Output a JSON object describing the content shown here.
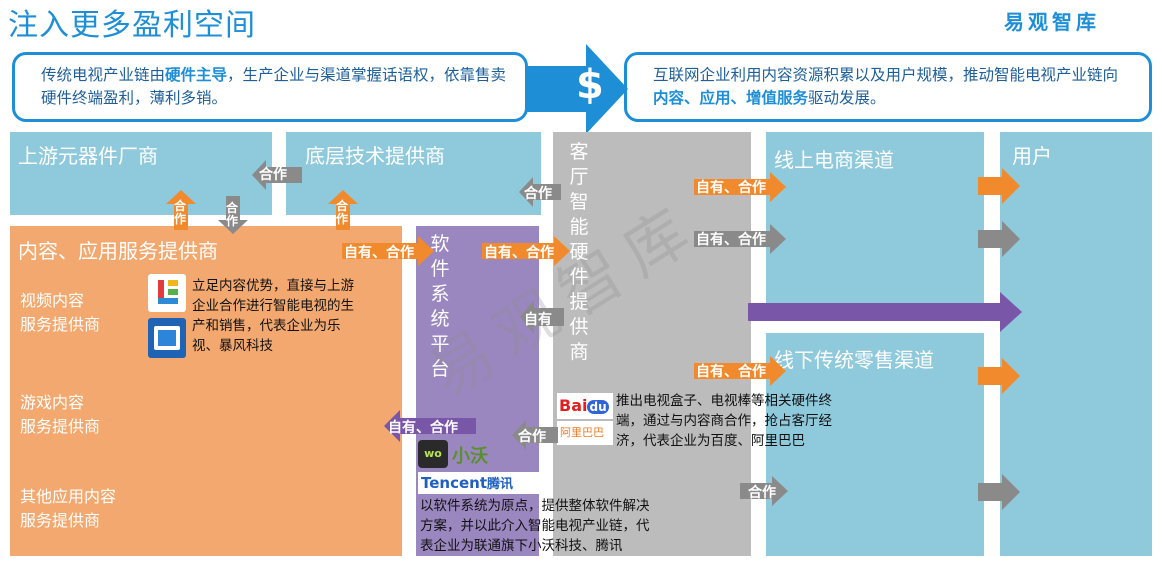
{
  "header": {
    "title": "注入更多盈利空间",
    "brand": "易观智库"
  },
  "callout_left": {
    "p1": "传统电视产业链由",
    "b1": "硬件主导",
    "p2": "，生产企业与渠道掌握话语权，依靠售卖硬件终端盈利，薄利多销。"
  },
  "callout_right": {
    "p1": "互联网企业利用内容资源积累以及用户规模，推动智能电视产业链向",
    "b1": "内容、应用、增值服务",
    "p2": "驱动发展。"
  },
  "center_icon": "dollar-sign",
  "blocks": {
    "upstream": "上游元器件厂商",
    "tech": "底层技术提供商",
    "content": "内容、应用服务提供商",
    "software": "软件系统平台",
    "hardware": "客厅智能硬件提供商",
    "online": "线上电商渠道",
    "offline": "线下传统零售渠道",
    "user": "用户"
  },
  "content_items": {
    "video": [
      "视频内容",
      "服务提供商"
    ],
    "game": [
      "游戏内容",
      "服务提供商"
    ],
    "other": [
      "其他应用内容",
      "服务提供商"
    ]
  },
  "descriptions": {
    "video": [
      "立足内容优势，直接与上游",
      "企业合作进行智能电视的生",
      "产和销售，代表企业为乐",
      "视、暴风科技"
    ],
    "hardware": [
      "推出电视盒子、电视棒等相关硬件终",
      "端，通过与内容商合作，抢占客厅经",
      "济，代表企业为百度、阿里巴巴"
    ],
    "software": [
      "以软件系统为原点，提供整体软件解决",
      "方案，并以此介入智能电视产业链，代",
      "表企业为联通旗下小沃科技、腾讯"
    ]
  },
  "labels": {
    "coop": "合作",
    "own_coop": "自有、合作",
    "own": "自有",
    "coop_vertical": "合作"
  },
  "logos": {
    "baidu": "Bai",
    "baidu2": "du",
    "alibaba": "阿里巴巴",
    "wo": "小沃",
    "wo_badge": "wo",
    "tencent": "Tencent",
    "tencent_cn": "腾讯"
  },
  "watermark": "易观智库",
  "colors": {
    "blue_light": "#8fc9dc",
    "orange": "#f2a86e",
    "purple": "#9b87c0",
    "gray": "#bcbcbc",
    "arrow_orange": "#f08a2c",
    "arrow_gray": "#8a8a8a",
    "arrow_purple": "#7a56a8",
    "accent": "#1e8fd6"
  }
}
